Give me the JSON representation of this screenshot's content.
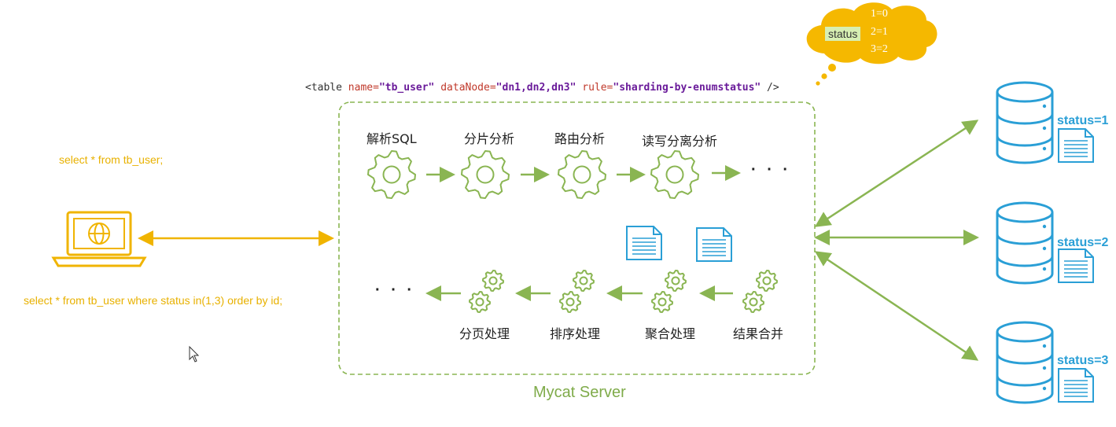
{
  "client": {
    "sql_top": "select * from tb_user;",
    "sql_bottom": "select * from tb_user where  status in(1,3) order by id;"
  },
  "config": {
    "prefix": "<table ",
    "attr1": "name=",
    "val1": "\"tb_user\"",
    "attr2": "dataNode=",
    "val2": "\"dn1,dn2,dn3\"",
    "attr3": "rule=",
    "val3": "\"sharding-by-enumstatus\"",
    "suffix": " />"
  },
  "cloud": {
    "tag": "status",
    "lines": [
      "1=0",
      "2=1",
      "3=2"
    ]
  },
  "server": {
    "label": "Mycat Server",
    "top_steps": [
      "解析SQL",
      "分片分析",
      "路由分析",
      "读写分离分析"
    ],
    "bottom_steps": [
      "分页处理",
      "排序处理",
      "聚合处理",
      "结果合并"
    ],
    "ellipsis": "· · ·"
  },
  "nodes": [
    {
      "label": "status=1"
    },
    {
      "label": "status=2"
    },
    {
      "label": "status=3"
    }
  ],
  "colors": {
    "green": "#8ab552",
    "yellow": "#f0b400",
    "blue": "#2a9fd6",
    "cloud": "#f5b800"
  }
}
